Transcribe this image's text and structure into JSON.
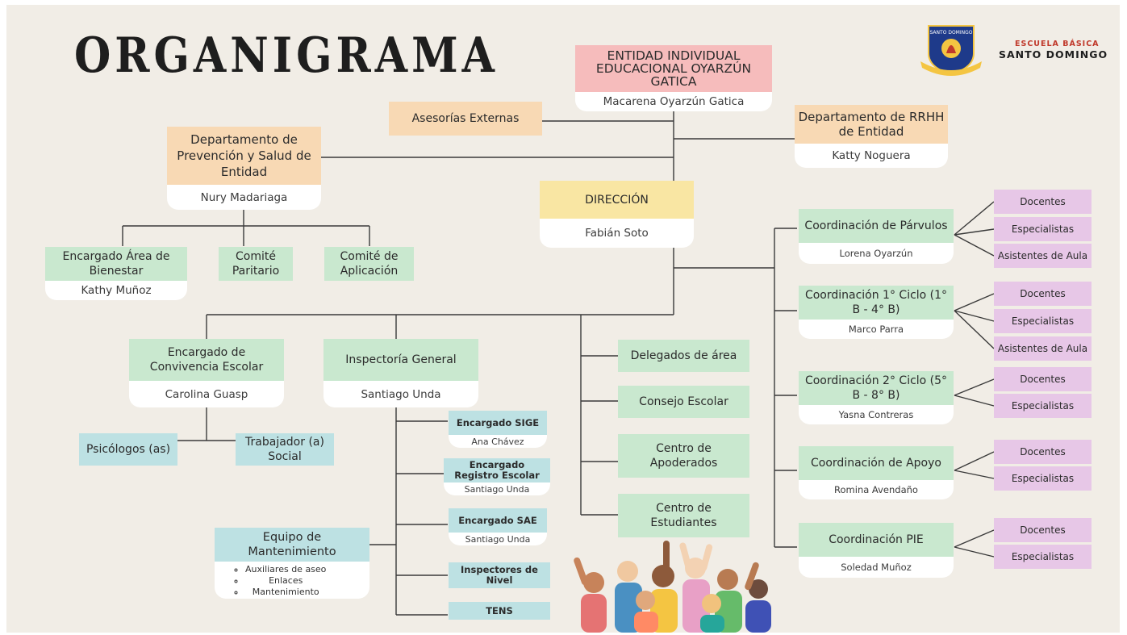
{
  "title": "ORGANIGRAMA",
  "school": {
    "line1": "ESCUELA BÁSICA",
    "line2": "SANTO DOMINGO",
    "crest_text": "SANTO DOMINGO",
    "crest_colors": [
      "#1e3a8a",
      "#c0392b",
      "#f4c542"
    ]
  },
  "entidad": {
    "label": "ENTIDAD INDIVIDUAL EDUCACIONAL OYARZÚN GATICA",
    "person": "Macarena Oyarzún Gatica"
  },
  "asesorias": {
    "label": "Asesorías Externas"
  },
  "rrhh": {
    "label": "Departamento de RRHH de Entidad",
    "person": "Katty Noguera"
  },
  "prevencion": {
    "label": "Departamento de Prevención y Salud de Entidad",
    "person": "Nury Madariaga"
  },
  "bienestar": {
    "label": "Encargado Área de Bienestar",
    "person": "Kathy Muñoz"
  },
  "paritario": {
    "label": "Comité Paritario"
  },
  "aplicacion": {
    "label": "Comité de Aplicación"
  },
  "direccion": {
    "label": "DIRECCIÓN",
    "person": "Fabián Soto"
  },
  "convivencia": {
    "label": "Encargado de Convivencia Escolar",
    "person": "Carolina Guasp"
  },
  "psicologos": {
    "label": "Psicólogos (as)"
  },
  "trabajador": {
    "label": "Trabajador (a) Social"
  },
  "inspectoria": {
    "label": "Inspectoría General",
    "person": "Santiago Unda"
  },
  "sige": {
    "label": "Encargado SIGE",
    "person": "Ana Chávez"
  },
  "registro": {
    "label": "Encargado Registro Escolar",
    "person": "Santiago Unda"
  },
  "sae": {
    "label": "Encargado SAE",
    "person": "Santiago Unda"
  },
  "inspectores": {
    "label": "Inspectores de Nivel"
  },
  "tens": {
    "label": "TENS"
  },
  "mantenimiento": {
    "label": "Equipo de Mantenimiento",
    "items": [
      "Auxiliares de aseo",
      "Enlaces",
      "Mantenimiento"
    ]
  },
  "delegados": {
    "label": "Delegados de área"
  },
  "consejo": {
    "label": "Consejo Escolar"
  },
  "apoderados": {
    "label": "Centro de Apoderados"
  },
  "estudiantes": {
    "label": "Centro de Estudiantes"
  },
  "coordinaciones": [
    {
      "label": "Coordinación de Párvulos",
      "person": "Lorena Oyarzún",
      "roles": [
        "Docentes",
        "Especialistas",
        "Asistentes de Aula"
      ]
    },
    {
      "label": "Coordinación 1° Ciclo (1° B - 4° B)",
      "person": "Marco Parra",
      "roles": [
        "Docentes",
        "Especialistas",
        "Asistentes de Aula"
      ]
    },
    {
      "label": "Coordinación 2° Ciclo (5° B - 8° B)",
      "person": "Yasna Contreras",
      "roles": [
        "Docentes",
        "Especialistas"
      ]
    },
    {
      "label": "Coordinación de Apoyo",
      "person": "Romina Avendaño",
      "roles": [
        "Docentes",
        "Especialistas"
      ]
    },
    {
      "label": "Coordinación PIE",
      "person": "Soledad Muñoz",
      "roles": [
        "Docentes",
        "Especialistas"
      ]
    }
  ]
}
